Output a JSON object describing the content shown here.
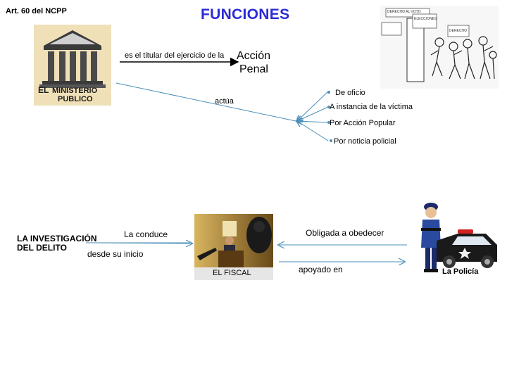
{
  "header": {
    "ref": "Art. 60 del NCPP",
    "title": "FUNCIONES"
  },
  "ministerio": {
    "prefix": "EL",
    "label_line1": "MINISTERIO",
    "label_line2": "PUBLICO"
  },
  "titular": {
    "text": "es el titular del ejercicio de la",
    "accion": "Acción",
    "penal": "Penal"
  },
  "actua": {
    "label": "actúa",
    "options": [
      "De oficio",
      "A instancia de la víctima",
      "Por Acción Popular",
      "Por noticia policial"
    ]
  },
  "investigacion": {
    "line1": "LA INVESTIGACIÓN",
    "line2": "DEL DELITO",
    "conduce": "La conduce",
    "desde": "desde su inicio"
  },
  "fiscal": {
    "caption": "EL FISCAL"
  },
  "policia": {
    "obligada": "Obligada a obedecer",
    "apoyado": "apoyado en",
    "label": "La Policía"
  },
  "comic": {
    "sign1": "DERECHO AL VOTO",
    "sign2": "ELECCIONES",
    "sign3": "DERECHO"
  },
  "colors": {
    "title": "#2b2bd6",
    "arrow": "#4a8fb8",
    "dot": "#4a8fb8"
  }
}
